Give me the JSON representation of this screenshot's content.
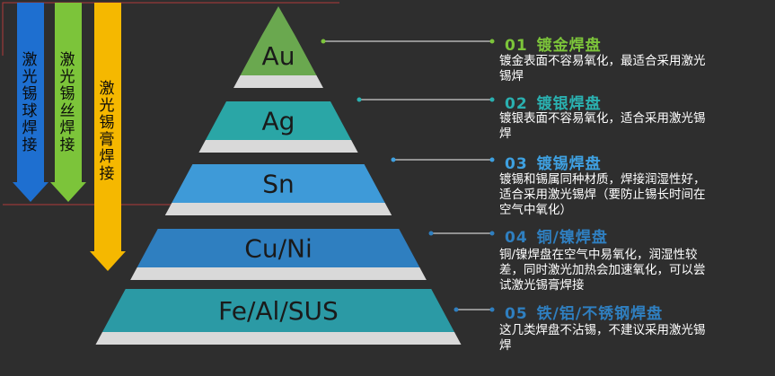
{
  "arrows": [
    {
      "label": "激光锡球焊接",
      "color": "#1e6fd0"
    },
    {
      "label": "激光锡丝焊接",
      "color": "#7cc43a"
    },
    {
      "label": "激光锡膏焊接",
      "color": "#f5b800"
    }
  ],
  "levels": [
    {
      "symbol": "Au",
      "color": "#6aa84f",
      "number": "01",
      "title": "镀金焊盘",
      "title_color": "#7cc43a",
      "desc": "镀金表面不容易氧化，最适合采用激光锡焊"
    },
    {
      "symbol": "Ag",
      "color": "#2aa6a6",
      "number": "02",
      "title": "镀银焊盘",
      "title_color": "#2ab0b0",
      "desc": "镀银表面不容易氧化，适合采用激光锡焊"
    },
    {
      "symbol": "Sn",
      "color": "#3e9ad8",
      "number": "03",
      "title": "镀锡焊盘",
      "title_color": "#3ea0e0",
      "desc": "镀锡和锡属同种材质，焊接润湿性好，适合采用激光锡焊（要防止锡长时间在空气中氧化）"
    },
    {
      "symbol": "Cu/Ni",
      "color": "#2f7fc0",
      "number": "04",
      "title": "铜/镍焊盘",
      "title_color": "#2f7fc0",
      "desc": "铜/镍焊盘在空气中易氧化，润湿性较差，同时激光加热会加速氧化，可以尝试激光锡膏焊接"
    },
    {
      "symbol": "Fe/Al/SUS",
      "color": "#2b9aa5",
      "number": "05",
      "title": "铁/铝/不锈钢焊盘",
      "title_color": "#2f7fc0",
      "desc": "这几类焊盘不沾锡，不建议采用激光锡焊"
    }
  ]
}
